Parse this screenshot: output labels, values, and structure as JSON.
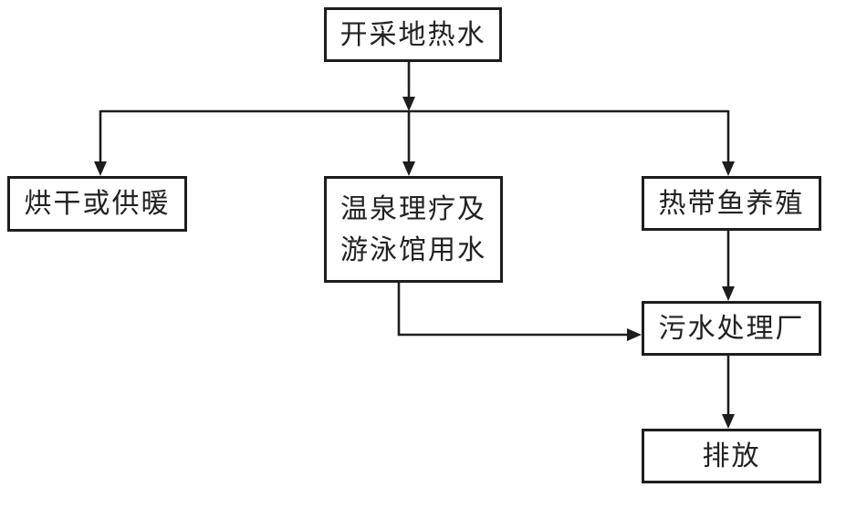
{
  "diagram": {
    "type": "flowchart",
    "background_color": "#ffffff",
    "line_color": "#1d1d1d",
    "text_color": "#222222",
    "nodes": {
      "source": {
        "label": "开采地热水"
      },
      "drying": {
        "label": "烘干或供暖"
      },
      "spa": {
        "label_line1": "温泉理疗及",
        "label_line2": "游泳馆用水"
      },
      "fish": {
        "label": "热带鱼养殖"
      },
      "treatment": {
        "label": "污水处理厂"
      },
      "discharge": {
        "label": "排放"
      }
    },
    "edges": [
      {
        "from": "source",
        "to": "drying",
        "direction": "down"
      },
      {
        "from": "source",
        "to": "spa",
        "direction": "down"
      },
      {
        "from": "source",
        "to": "fish",
        "direction": "down"
      },
      {
        "from": "spa",
        "to": "treatment",
        "direction": "right"
      },
      {
        "from": "fish",
        "to": "treatment",
        "direction": "down"
      },
      {
        "from": "treatment",
        "to": "discharge",
        "direction": "down"
      }
    ]
  }
}
